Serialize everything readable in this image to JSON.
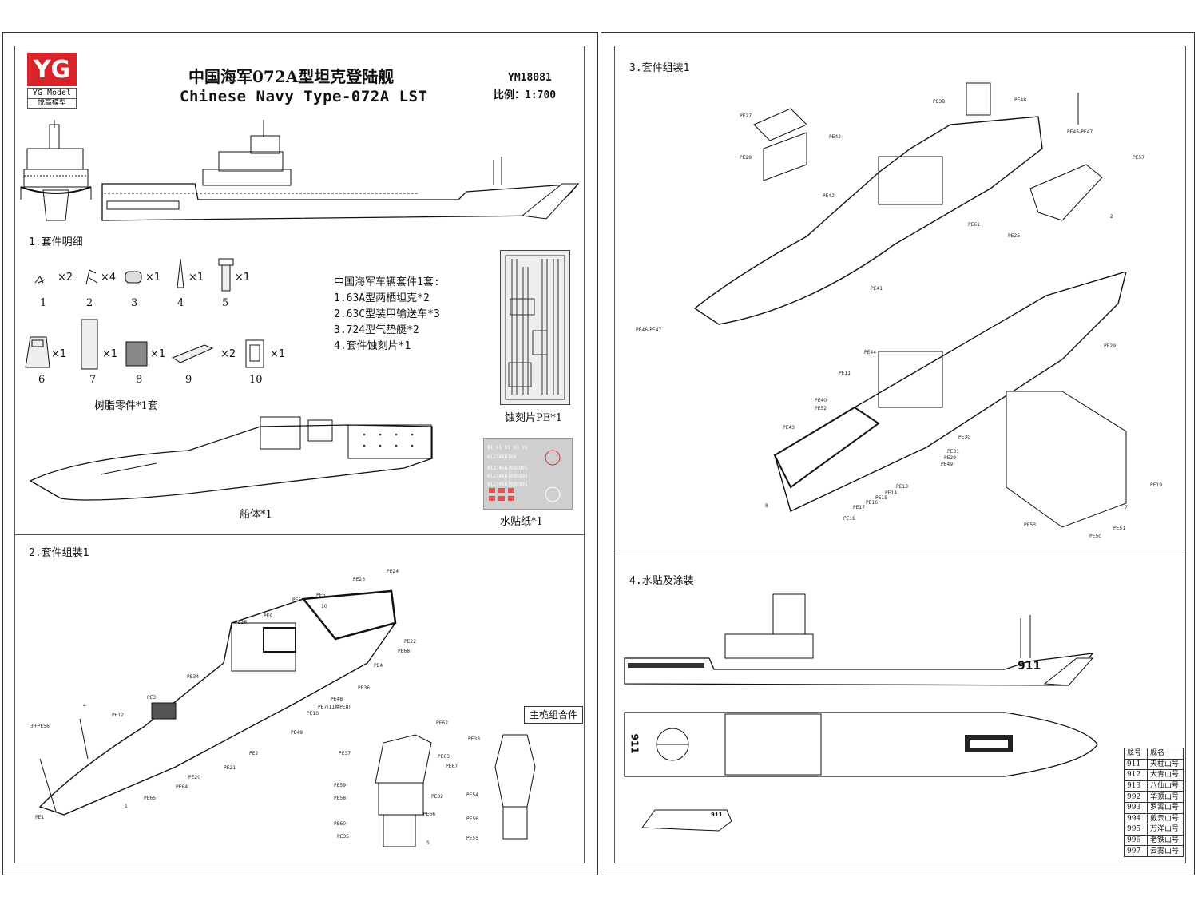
{
  "header": {
    "logo_text": "YG",
    "logo_sub": "YG Model",
    "logo_cn": "悦高模型",
    "title_cn": "中国海军072A型坦克登陆舰",
    "title_en": "Chinese Navy Type-072A LST",
    "product_code": "YM18081",
    "scale": "比例：1:700"
  },
  "sections": {
    "s1": "1.套件明细",
    "s2": "2.套件组装1",
    "s3": "3.套件组装1",
    "s4": "4.水贴及涂装"
  },
  "parts": [
    {
      "n": "1",
      "q": "×2"
    },
    {
      "n": "2",
      "q": "×4"
    },
    {
      "n": "3",
      "q": "×1"
    },
    {
      "n": "4",
      "q": "×1"
    },
    {
      "n": "5",
      "q": "×1"
    },
    {
      "n": "6",
      "q": "×1"
    },
    {
      "n": "7",
      "q": "×1"
    },
    {
      "n": "8",
      "q": "×1"
    },
    {
      "n": "9",
      "q": "×2"
    },
    {
      "n": "10",
      "q": "×1"
    }
  ],
  "vehicle_set": {
    "title": "中国海军车辆套件1套:",
    "items": [
      "1.63A型两栖坦克*2",
      "2.63C型装甲输送车*3",
      "3.724型气垫艇*2",
      "4.套件蚀刻片*1"
    ]
  },
  "captions": {
    "resin": "树脂零件*1套",
    "hull": "船体*1",
    "pe": "蚀刻片PE*1",
    "decal": "水贴纸*1",
    "mast_sub": "主桅组合件"
  },
  "hull_number": "911",
  "decal_rows": [
    "91 91 91 93 91",
    "01234567899991",
    "0123456789",
    "01234567899991",
    "01234567899991"
  ],
  "ships_table": {
    "head": [
      "舷号",
      "舰名"
    ],
    "rows": [
      [
        "911",
        "天柱山号"
      ],
      [
        "912",
        "大青山号"
      ],
      [
        "913",
        "八仙山号"
      ],
      [
        "992",
        "华顶山号"
      ],
      [
        "993",
        "罗霄山号"
      ],
      [
        "994",
        "戴云山号"
      ],
      [
        "995",
        "万洋山号"
      ],
      [
        "996",
        "老铁山号"
      ],
      [
        "997",
        "云雾山号"
      ]
    ]
  },
  "labels2": [
    "PE23",
    "PE24",
    "PE5",
    "PE6",
    "PE9",
    "10",
    "PE26",
    "PE22",
    "PE68",
    "PE4",
    "PE34",
    "PE36",
    "PE3",
    "PE48",
    "PE7(11换PE8)",
    "PE12",
    "PE10",
    "PE49",
    "4",
    "PE2",
    "3+PE56",
    "PE21",
    "PE20",
    "PE64",
    "PE65",
    "1",
    "PE1"
  ],
  "labels_mast": [
    "PE62",
    "PE33",
    "PE37",
    "PE63",
    "PE67",
    "PE59",
    "PE58",
    "PE32",
    "PE54",
    "PE60",
    "PE66",
    "PE56",
    "PE35",
    "PE55",
    "5"
  ],
  "labels3": [
    "PE38",
    "PE48",
    "PE27",
    "PE42",
    "PE45-PE47",
    "PE57",
    "PE28",
    "PE42",
    "PE61",
    "2",
    "PE25",
    "PE41",
    "PE46-PE47",
    "PE44",
    "PE29",
    "PE11",
    "PE40",
    "PE52",
    "PE43",
    "PE30",
    "PE31",
    "PE29",
    "PE49",
    "PE13",
    "PE14",
    "PE15",
    "PE16",
    "PE17",
    "PE18",
    "8",
    "PE19",
    "7",
    "PE53",
    "PE50",
    "PE51"
  ]
}
